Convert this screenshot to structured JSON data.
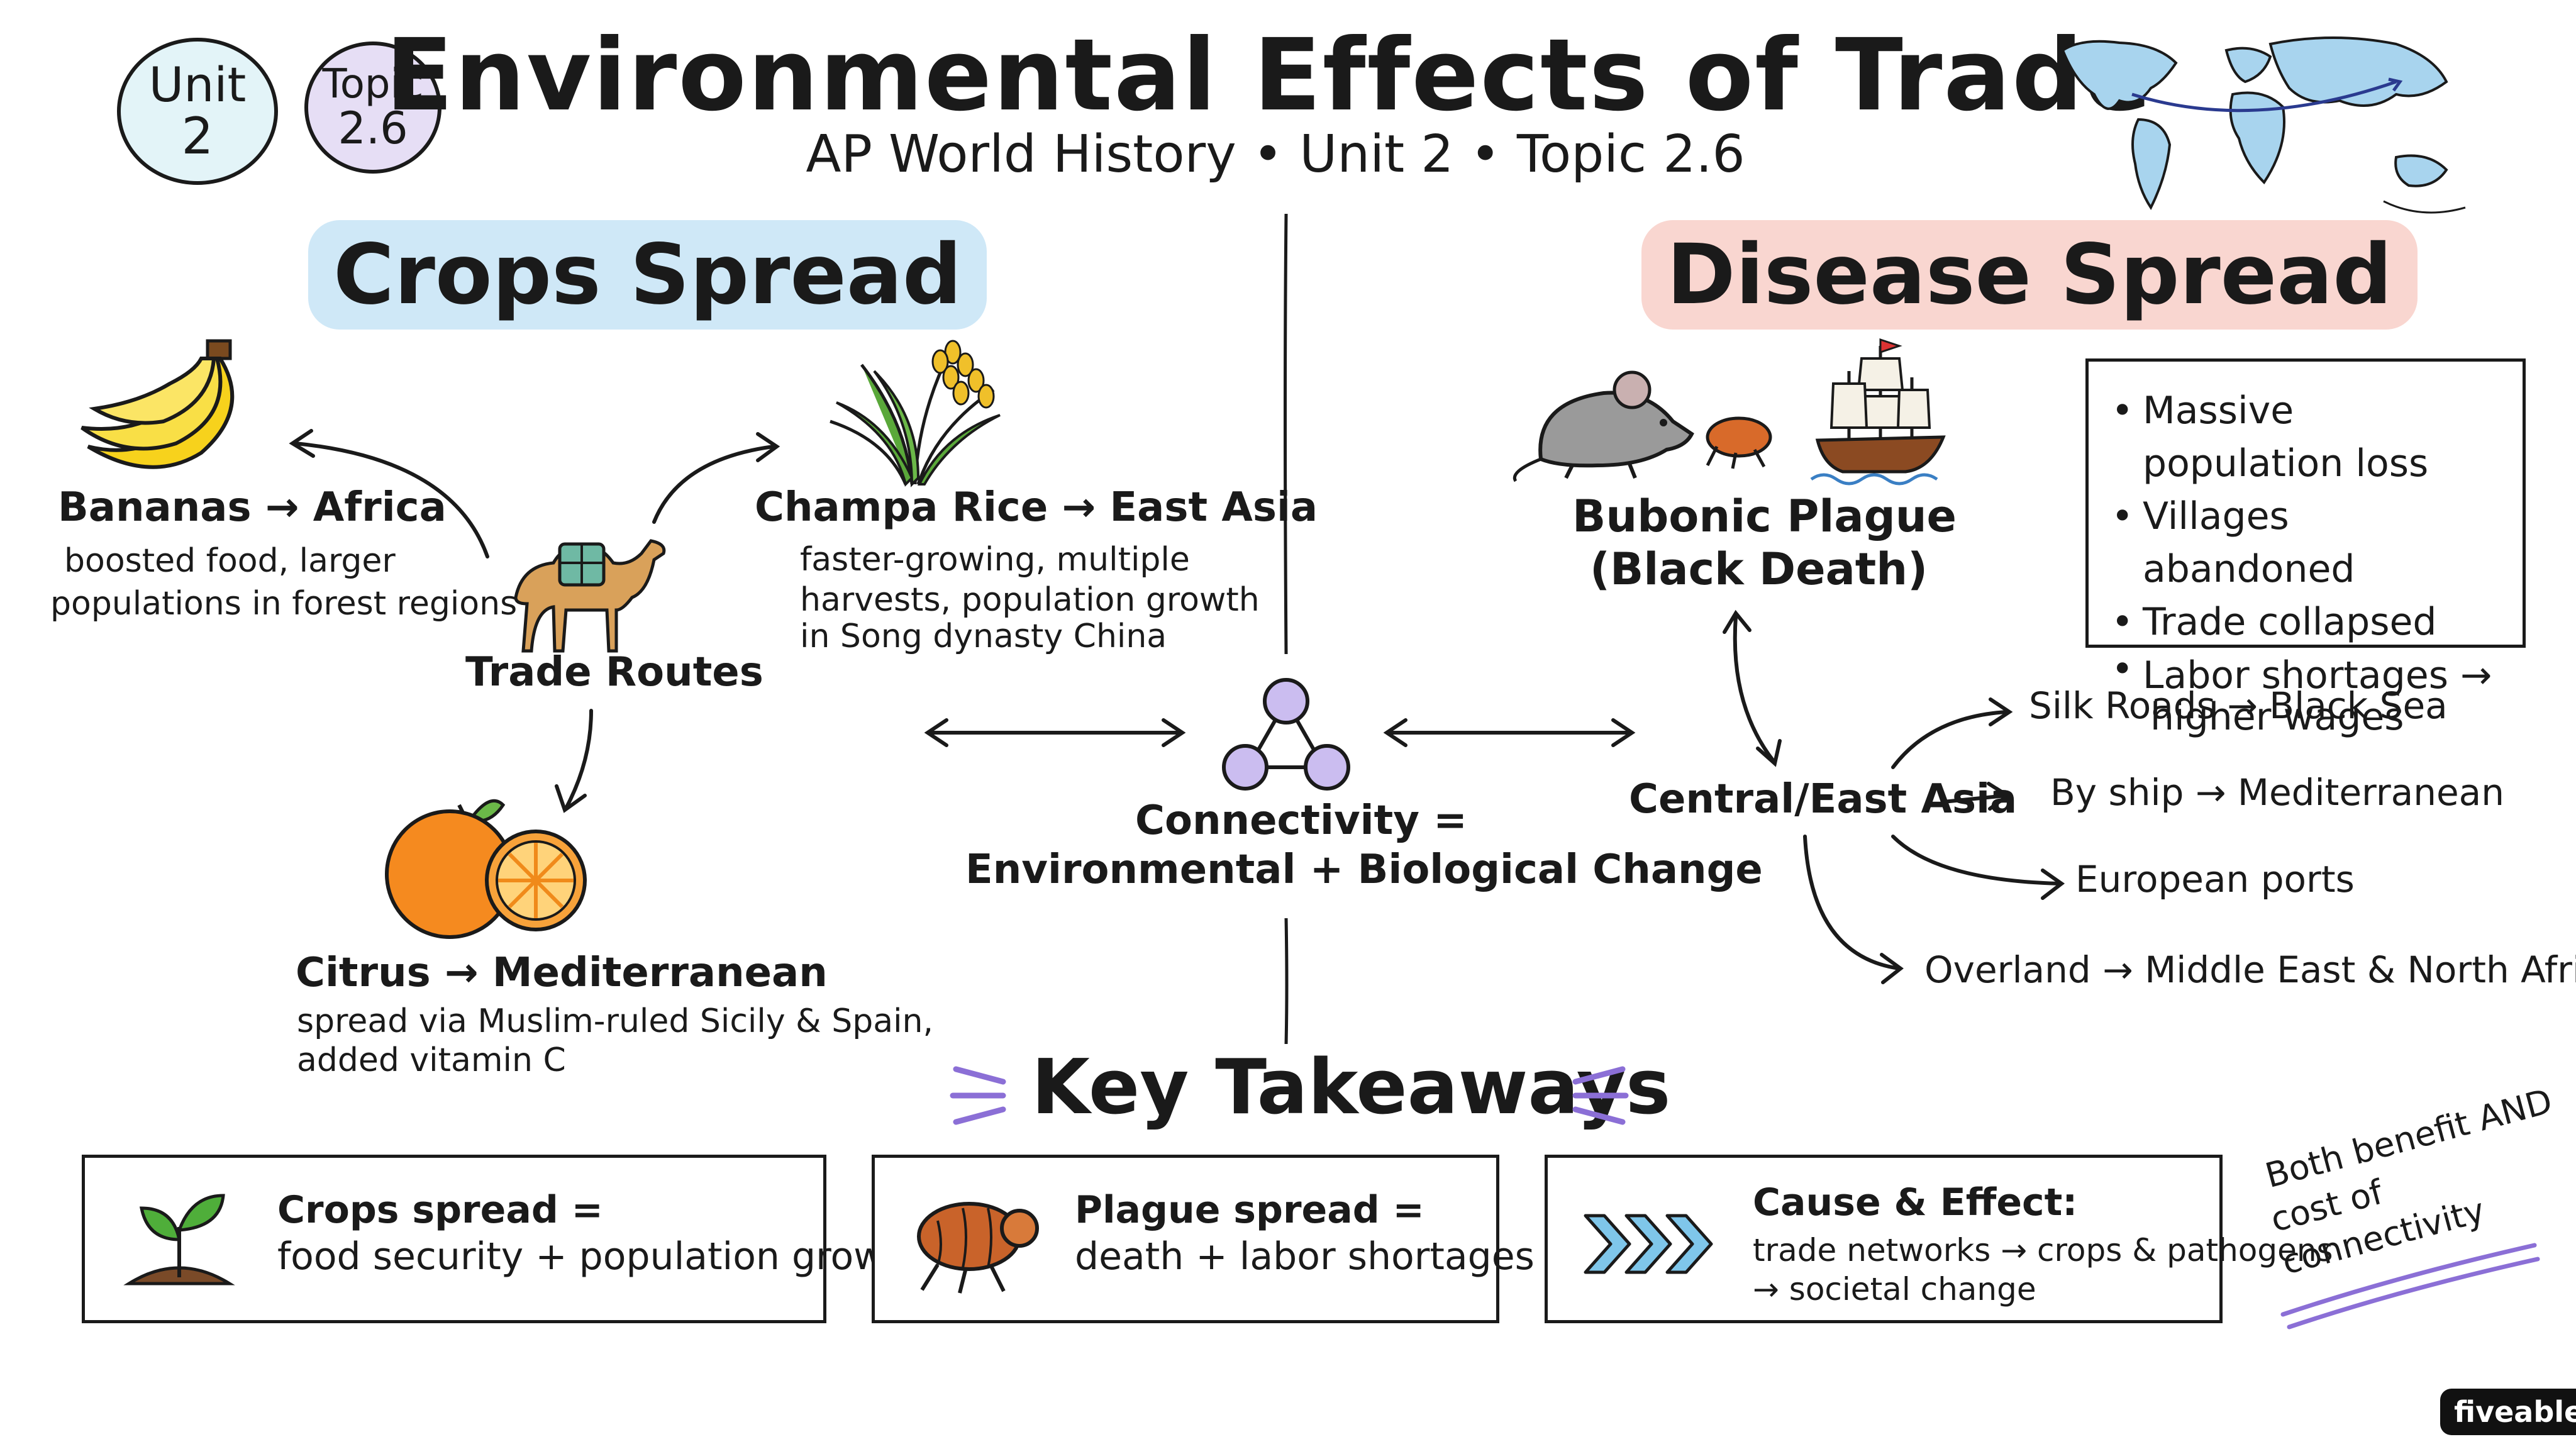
{
  "badges": {
    "unit": {
      "line1": "Unit",
      "line2": "2"
    },
    "topic": {
      "line1": "Topic",
      "line2": "2.6"
    }
  },
  "header": {
    "title": "Environmental Effects of Trade",
    "subtitle": "AP World History • Unit 2 • Topic 2.6"
  },
  "crops": {
    "heading": "Crops Spread",
    "bananas": {
      "label": "Bananas → Africa",
      "desc_lines": [
        "boosted food, larger",
        "populations in forest regions"
      ]
    },
    "rice": {
      "label": "Champa Rice → East Asia",
      "desc_lines": [
        "faster-growing, multiple",
        "harvests, population growth",
        "in Song dynasty China"
      ]
    },
    "trade_routes": "Trade Routes",
    "citrus": {
      "label": "Citrus → Mediterranean",
      "desc_lines": [
        "spread via Muslim-ruled Sicily & Spain,",
        "added vitamin C"
      ]
    }
  },
  "center": {
    "line1": "Connectivity =",
    "line2": "Environmental + Biological Change"
  },
  "disease": {
    "heading": "Disease Spread",
    "plague_lines": [
      "Bubonic Plague",
      "(Black Death)"
    ],
    "effects": [
      "Massive population loss",
      "Villages abandoned",
      "Trade collapsed",
      "Labor shortages →|higher wages"
    ],
    "origin": "Central/East Asia",
    "routes": [
      "Silk Roads → Black Sea",
      "By ship → Mediterranean",
      "European ports",
      "Overland → Middle East & North Africa"
    ]
  },
  "takeaways": {
    "heading": "Key Takeaways",
    "items": [
      {
        "title": "Crops spread =",
        "text": "food security + population growth"
      },
      {
        "title": "Plague spread =",
        "text": "death + labor shortages"
      },
      {
        "title": "Cause & Effect:",
        "line1": "trade networks → crops & pathogens",
        "line2": "→ societal change"
      }
    ],
    "note_lines": [
      "Both benefit AND",
      "cost of connectivity"
    ]
  },
  "brand": "fiveable",
  "colors": {
    "unit_badge": "#e3f4f8",
    "topic_badge": "#e6def5",
    "crops_highlight": "#cfe8f7",
    "disease_highlight": "#f9d6d0",
    "purple_accent": "#8b6fd6",
    "ink": "#1a1a1a"
  }
}
